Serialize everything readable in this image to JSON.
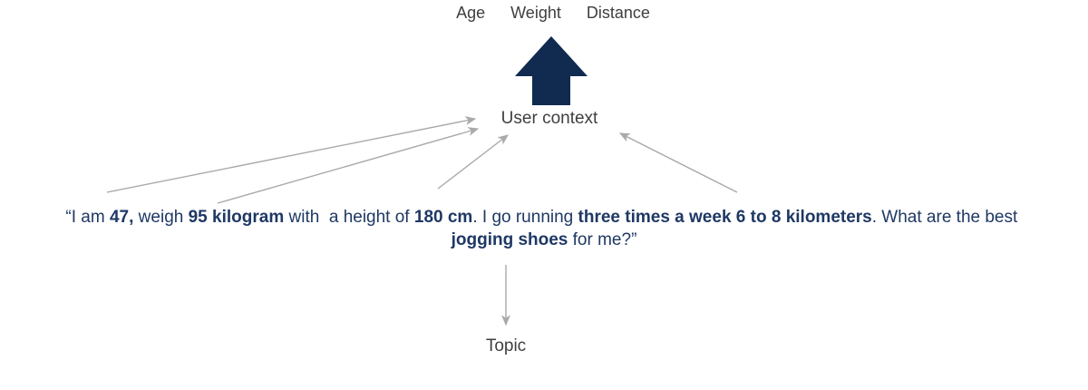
{
  "diagram": {
    "top_labels": [
      "Age",
      "Weight",
      "Distance"
    ],
    "user_context_label": "User context",
    "topic_label": "Topic",
    "quote": {
      "segments": [
        {
          "text": "“I am ",
          "bold": false
        },
        {
          "text": "47,",
          "bold": true
        },
        {
          "text": " weigh ",
          "bold": false
        },
        {
          "text": "95 kilogram",
          "bold": true
        },
        {
          "text": " with  a height of ",
          "bold": false
        },
        {
          "text": "180 cm",
          "bold": true
        },
        {
          "text": ". I go running ",
          "bold": false
        },
        {
          "text": "three times a week 6 to 8 kilometers",
          "bold": true
        },
        {
          "text": ". What are the best ",
          "bold": false
        },
        {
          "break": true
        },
        {
          "text": "jogging shoes",
          "bold": true
        },
        {
          "text": " for me?”",
          "bold": false
        }
      ]
    },
    "icons": {
      "block_up_arrow": "up-arrow-icon",
      "thin_arrows": "arrow-line-icon"
    },
    "colors": {
      "block_arrow": "#102a50",
      "thin_arrow": "#a9a9a9",
      "label_text": "#3f3f3f",
      "quote_text": "#1f3864"
    }
  }
}
